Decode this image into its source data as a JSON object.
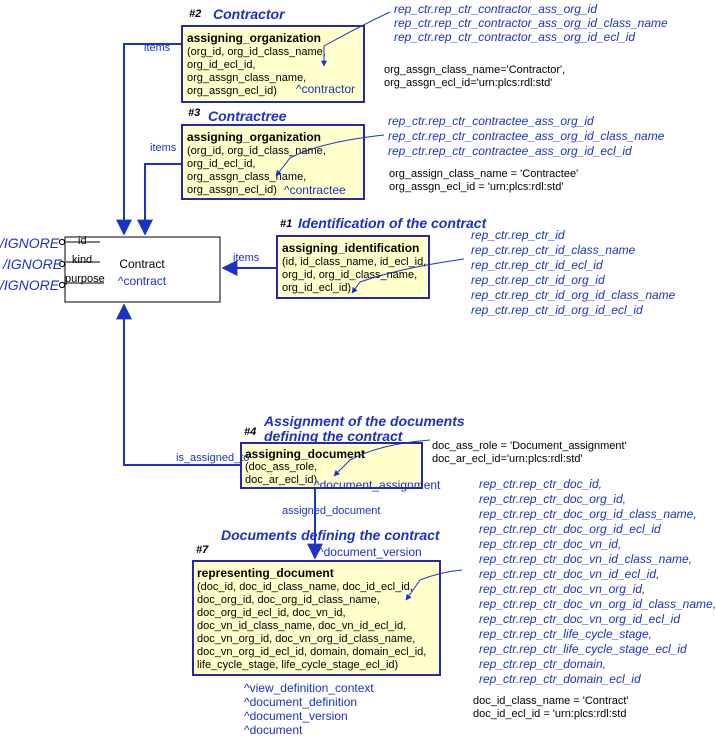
{
  "colors": {
    "box_fill": "#ffffcc",
    "box_stroke": "#2828a0",
    "link": "#1a32c8",
    "text": "#000000"
  },
  "contract": {
    "label": "Contract",
    "ref": "^contract",
    "attrs": [
      {
        "name": "id",
        "ignore": "/IGNORE"
      },
      {
        "name": "kind",
        "ignore": "/IGNORE"
      },
      {
        "name": "purpose",
        "ignore": "/IGNORE"
      }
    ]
  },
  "contractor": {
    "number": "#2",
    "title": "Contractor",
    "entity": "assigning_organization",
    "lines": [
      "(org_id, org_id_class_name,",
      "org_id_ecl_id,",
      "org_assgn_class_name,",
      "org_assgn_ecl_id)"
    ],
    "ref": "^contractor",
    "link_label": "items",
    "paths": [
      "rep_ctr.rep_ctr_contractor_ass_org_id",
      "rep_ctr.rep_ctr_contractor_ass_org_id_class_name",
      "rep_ctr.rep_ctr_contractor_ass_org_id_ecl_id"
    ],
    "notes": [
      "org_assgn_class_name='Contractor',",
      "org_assgn_ecl_id='urn:plcs:rdl:std'"
    ]
  },
  "contractee": {
    "number": "#3",
    "title": "Contractree",
    "entity": "assigning_organization",
    "lines": [
      "(org_id, org_id_class_name,",
      "org_id_ecl_id,",
      "org_assgn_class_name,",
      "org_assgn_ecl_id)"
    ],
    "ref": "^contractee",
    "link_label": "items",
    "paths": [
      "rep_ctr.rep_ctr_contractee_ass_org_id",
      "rep_ctr.rep_ctr_contractee_ass_org_id_class_name",
      "rep_ctr.rep_ctr_contractee_ass_org_id_ecl_id"
    ],
    "notes": [
      "org_assign_class_name = 'Contractee'",
      "org_assgn_ecl_id = 'urn:plcs:rdl:std'"
    ]
  },
  "identification": {
    "number": "#1",
    "title": "Identification of the contract",
    "entity": "assigning_identification",
    "lines": [
      "(id, id_class_name, id_ecl_id,",
      "org_id, org_id_class_name,",
      "org_id_ecl_id)"
    ],
    "link_label": "items",
    "paths": [
      "rep_ctr.rep_ctr_id",
      "rep_ctr.rep_ctr_id_class_name",
      "rep_ctr.rep_ctr_id_ecl_id",
      "rep_ctr.rep_ctr_id_org_id",
      "rep_ctr.rep_ctr_id_org_id_class_name",
      "rep_ctr.rep_ctr_id_org_id_ecl_id"
    ]
  },
  "assignment": {
    "number": "#4",
    "title_lines": [
      "Assignment of the documents",
      "defining the contract"
    ],
    "entity": "assigning_document",
    "lines": [
      "(doc_ass_role,",
      "doc_ar_ecl_id)"
    ],
    "ref": "^document_assignment",
    "link_label": "is_assigned_to",
    "notes": [
      "doc_ass_role = 'Document_assignment'",
      "doc_ar_ecl_id='urn:plcs:rdl:std'"
    ]
  },
  "documents": {
    "number": "#7",
    "title": "Documents defining the contract",
    "link_label": "assigned_document",
    "ref_top": "^document_version",
    "entity": "representing_document",
    "lines": [
      "(doc_id, doc_id_class_name, doc_id_ecl_id,",
      "doc_org_id, doc_org_id_class_name,",
      "doc_org_id_ecl_id, doc_vn_id,",
      "doc_vn_id_class_name, doc_vn_id_ecl_id,",
      "doc_vn_org_id, doc_vn_org_id_class_name,",
      "doc_vn_org_id_ecl_id, domain, domain_ecl_id,",
      "life_cycle_stage, life_cycle_stage_ecl_id)"
    ],
    "refs_bottom": [
      "^view_definition_context",
      "^document_definition",
      "^document_version",
      "^document"
    ],
    "paths": [
      "rep_ctr.rep_ctr_doc_id,",
      "rep_ctr.rep_ctr_doc_org_id,",
      "rep_ctr.rep_ctr_doc_org_id_class_name,",
      "rep_ctr.rep_ctr_doc_org_id_ecl_id",
      "rep_ctr.rep_ctr_doc_vn_id,",
      "rep_ctr.rep_ctr_doc_vn_id_class_name,",
      "rep_ctr.rep_ctr_doc_vn_id_ecl_id,",
      "rep_ctr.rep_ctr_doc_vn_org_id,",
      "rep_ctr.rep_ctr_doc_vn_org_id_class_name,",
      "rep_ctr.rep_ctr_doc_vn_org_id_ecl_id",
      "rep_ctr.rep_ctr_life_cycle_stage,",
      "rep_ctr.rep_ctr_life_cycle_stage_ecl_id",
      "rep_ctr.rep_ctr_domain,",
      "rep_ctr.rep_ctr_domain_ecl_id"
    ],
    "notes": [
      "doc_id_class_name = 'Contract'",
      "doc_id_ecl_id = 'urn:plcs:rdl:std"
    ]
  }
}
